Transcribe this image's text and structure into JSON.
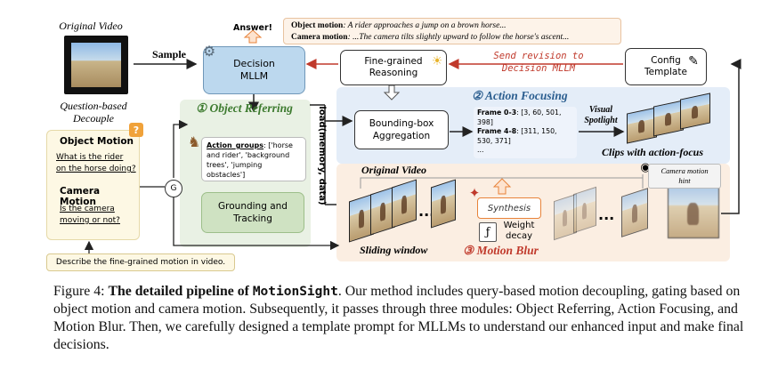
{
  "original_video_label": "Original Video",
  "sample_label": "Sample",
  "question_based_decouple": [
    "Question-based",
    "Decouple"
  ],
  "question_panel": {
    "badge": "?",
    "object_motion_title": "Object Motion",
    "object_motion_question": [
      "What is the rider",
      "on the horse doing?"
    ],
    "camera_motion_title": "Camera Motion",
    "camera_motion_question": [
      "Is the camera",
      "moving or not?"
    ]
  },
  "gate_label": "G",
  "prompt_box": "Describe the fine-grained motion in video.",
  "answer_label": "Answer!",
  "answer_box": {
    "object_label": "Object motion",
    "object_text": ": A rider approaches a jump on a brown horse...",
    "camera_label": "Camera motion",
    "camera_text": ": ...The camera tilts slightly upward to follow the horse's ascent..."
  },
  "decision_mllm": [
    "Decision",
    "MLLM"
  ],
  "fine_grained_reasoning": [
    "Fine-grained",
    "Reasoning"
  ],
  "send_revision": [
    "Send revision to",
    "Decision MLLM"
  ],
  "config_template": [
    "Config",
    "Template"
  ],
  "object_referring": {
    "title": "① Object Referring",
    "action_groups_key": "Action_groups",
    "action_groups_value": ": ['horse and rider', 'background trees', 'jumping obstacles']",
    "grounding": [
      "Grounding and",
      "Tracking"
    ]
  },
  "load_label": "load(memory, data)",
  "action_focusing": {
    "title": "② Action Focusing",
    "bbox_aggregation": [
      "Bounding-box",
      "Aggregation"
    ],
    "frames": [
      {
        "key": "Frame 0-3",
        "value": ": [3, 60, 501, 398]"
      },
      {
        "key": "Frame 4-8",
        "value": ": [311, 150, 530, 371]"
      }
    ],
    "frames_more": "...",
    "visual_spotlight": [
      "Visual",
      "Spotlight"
    ],
    "clips_label": "Clips with action-focus"
  },
  "motion_blur": {
    "title": "③ Motion Blur",
    "original_video": "Original Video",
    "sliding_window": "Sliding window",
    "synthesis": "Synthesis",
    "weight_decay": [
      "Weight",
      "decay"
    ],
    "camera_hint": [
      "Camera motion",
      "hint"
    ],
    "ellipsis": "..."
  },
  "caption": {
    "figure": "Figure 4:",
    "bold": "The detailed pipeline of",
    "name": "MotionSight",
    "rest": ". Our method includes query-based motion decoupling, gating based on object motion and camera motion. Subsequently, it passes through three modules: Object Referring, Action Focusing, and Motion Blur. Then, we carefully designed a template prompt for MLLMs to understand our enhanced input and make final decisions."
  },
  "colors": {
    "green_panel": "#e9f1e4",
    "blue_panel": "#e4edf8",
    "peach_panel": "#fbeee2",
    "question_panel": "#fdf8e4",
    "accent_red": "#c0392b",
    "decision_blue": "#bcd8ee",
    "orange": "#e8833a"
  }
}
